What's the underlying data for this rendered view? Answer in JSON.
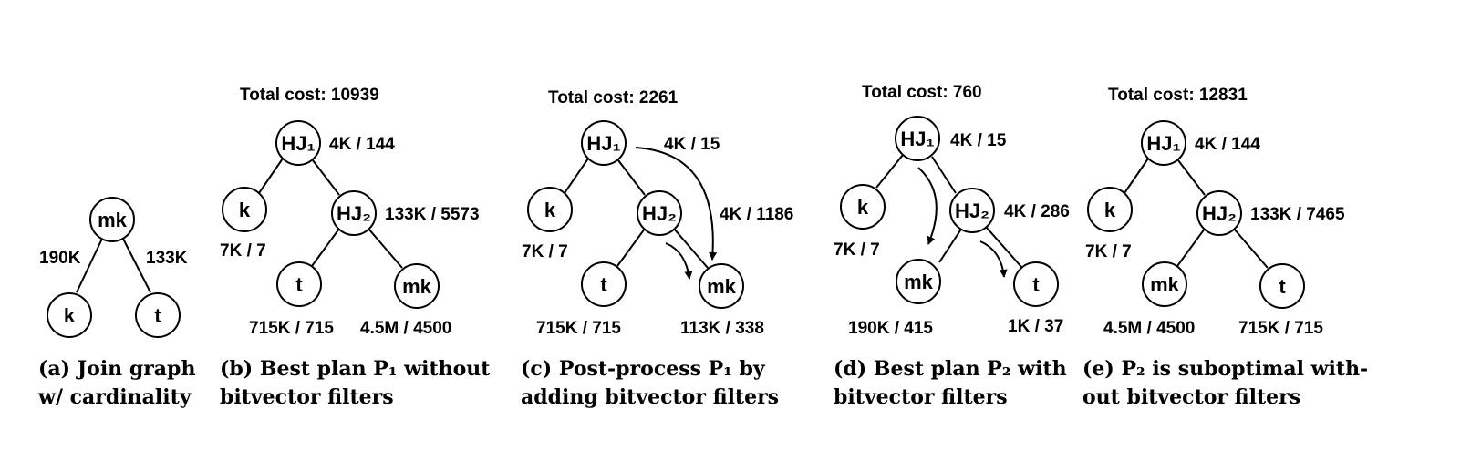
{
  "panels": {
    "a": {
      "nodes": {
        "mk": "mk",
        "k": "k",
        "t": "t"
      },
      "edges": {
        "left": "190K",
        "right": "133K"
      },
      "caption": {
        "line1": "(a) Join graph",
        "line2": "w/ cardinality"
      }
    },
    "b": {
      "title": "Total cost: 10939",
      "nodes": {
        "hj1": "HJ₁",
        "hj2": "HJ₂",
        "k": "k",
        "t": "t",
        "mk": "mk"
      },
      "labels": {
        "hj1": "4K / 144",
        "hj2": "133K / 5573",
        "k": "7K / 7",
        "t": "715K / 715",
        "mk": "4.5M / 4500"
      },
      "caption": {
        "line1": "(b) Best plan P₁ without",
        "line2": "bitvector filters"
      }
    },
    "c": {
      "title": "Total cost: 2261",
      "nodes": {
        "hj1": "HJ₁",
        "hj2": "HJ₂",
        "k": "k",
        "t": "t",
        "mk": "mk"
      },
      "labels": {
        "hj1": "4K / 15",
        "hj2": "4K / 1186",
        "k": "7K / 7",
        "t": "715K / 715",
        "mk": "113K / 338"
      },
      "caption": {
        "line1": "(c)  Post-process  P₁  by",
        "line2": "adding bitvector filters"
      }
    },
    "d": {
      "title": "Total cost: 760",
      "nodes": {
        "hj1": "HJ₁",
        "hj2": "HJ₂",
        "k": "k",
        "mk": "mk",
        "t": "t"
      },
      "labels": {
        "hj1": "4K / 15",
        "hj2": "4K / 286",
        "k": "7K / 7",
        "mk": "190K / 415",
        "t": "1K / 37"
      },
      "caption": {
        "line1": "(d)  Best  plan  P₂  with",
        "line2": "bitvector filters"
      }
    },
    "e": {
      "title": "Total cost: 12831",
      "nodes": {
        "hj1": "HJ₁",
        "hj2": "HJ₂",
        "k": "k",
        "mk": "mk",
        "t": "t"
      },
      "labels": {
        "hj1": "4K / 144",
        "hj2": "133K / 7465",
        "k": "7K / 7",
        "mk": "4.5M / 4500",
        "t": "715K / 715"
      },
      "caption": {
        "line1": "(e) P₂ is suboptimal with-",
        "line2": "out bitvector filters"
      }
    }
  }
}
